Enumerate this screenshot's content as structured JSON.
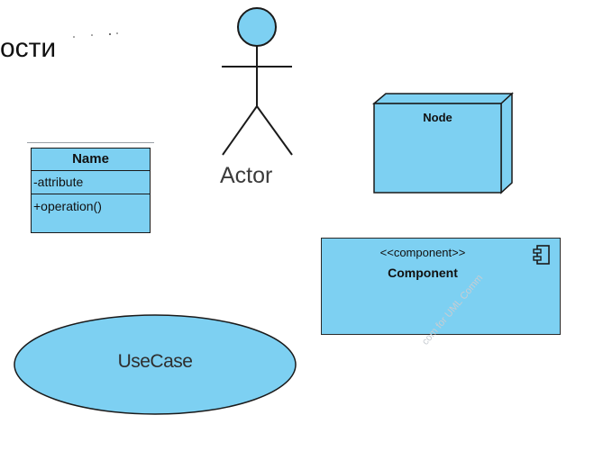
{
  "heading": {
    "fragment": "ости"
  },
  "class_element": {
    "name": "Name",
    "attribute": "-attribute",
    "operation": "+operation()"
  },
  "actor": {
    "label": "Actor"
  },
  "node": {
    "label": "Node"
  },
  "component": {
    "stereotype": "<<component>>",
    "name": "Component",
    "icon": "component-icon"
  },
  "use_case": {
    "label": "UseCase"
  },
  "watermark": {
    "text": "com for UML Comm"
  },
  "colors": {
    "fill": "#7dd0f2",
    "stroke": "#1a1a1a",
    "background": "#ffffff"
  }
}
